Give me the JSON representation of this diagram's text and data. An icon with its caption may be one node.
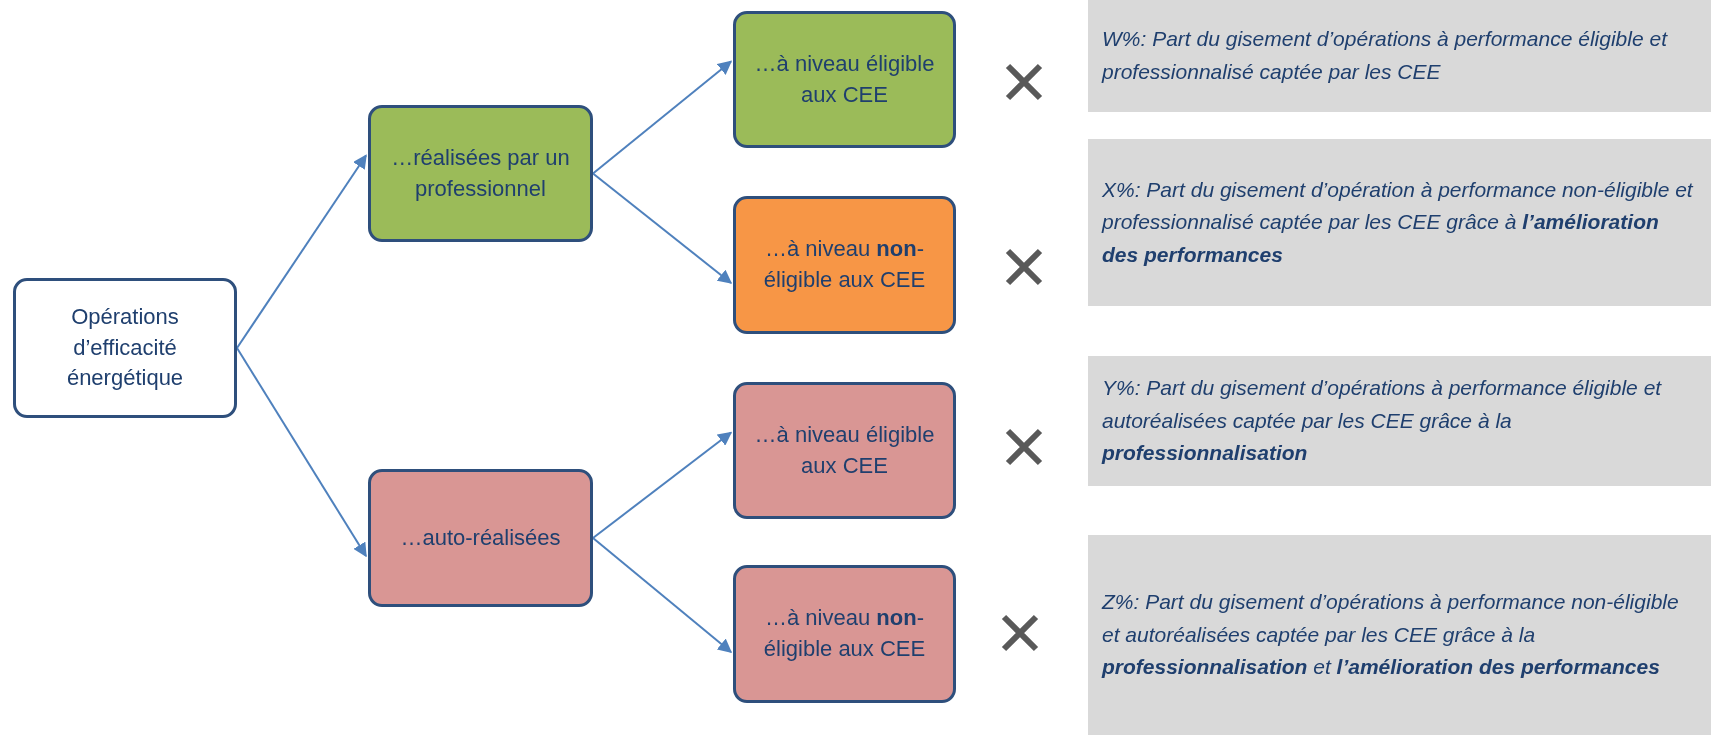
{
  "diagram": {
    "nodes": [
      {
        "text": [
          "Opérations d’efficacité énergétique"
        ]
      },
      {
        "text": [
          "…réalisées par un professionnel"
        ]
      },
      {
        "text": [
          "…auto-réalisées"
        ]
      },
      {
        "text": [
          "…à niveau éligible aux CEE"
        ]
      },
      {
        "text": [
          "…à niveau **non**-éligible aux CEE"
        ]
      },
      {
        "text": [
          "…à niveau éligible aux CEE"
        ]
      },
      {
        "text": [
          "…à niveau **non**-éligible aux CEE"
        ]
      },
      {
        "text": [
          "W%: Part du gisement d’opérations à performance éligible et professionnalisé captée par les CEE"
        ]
      },
      {
        "text": [
          "X%: Part du gisement d’opération à performance non-éligible et professionnalisé captée par les CEE grâce à **l’amélioration des performances**"
        ]
      },
      {
        "text": [
          "Y%: Part du gisement d’opérations à performance éligible et autoréalisées captée par les CEE grâce à la **professionnalisation**"
        ]
      },
      {
        "text": [
          "Z%: Part du gisement d’opérations à performance non-éligible et autoréalisées captée par les CEE grâce à la **professionnalisation** et **l’amélioration des performances**"
        ]
      }
    ],
    "edges": [
      {
        "from": 0,
        "to": 1,
        "arrow": "to"
      },
      {
        "from": 0,
        "to": 2,
        "arrow": "to"
      },
      {
        "from": 1,
        "to": 3,
        "arrow": "to"
      },
      {
        "from": 1,
        "to": 4,
        "arrow": "to"
      },
      {
        "from": 2,
        "to": 5,
        "arrow": "to"
      },
      {
        "from": 2,
        "to": 6,
        "arrow": "to"
      }
    ]
  }
}
